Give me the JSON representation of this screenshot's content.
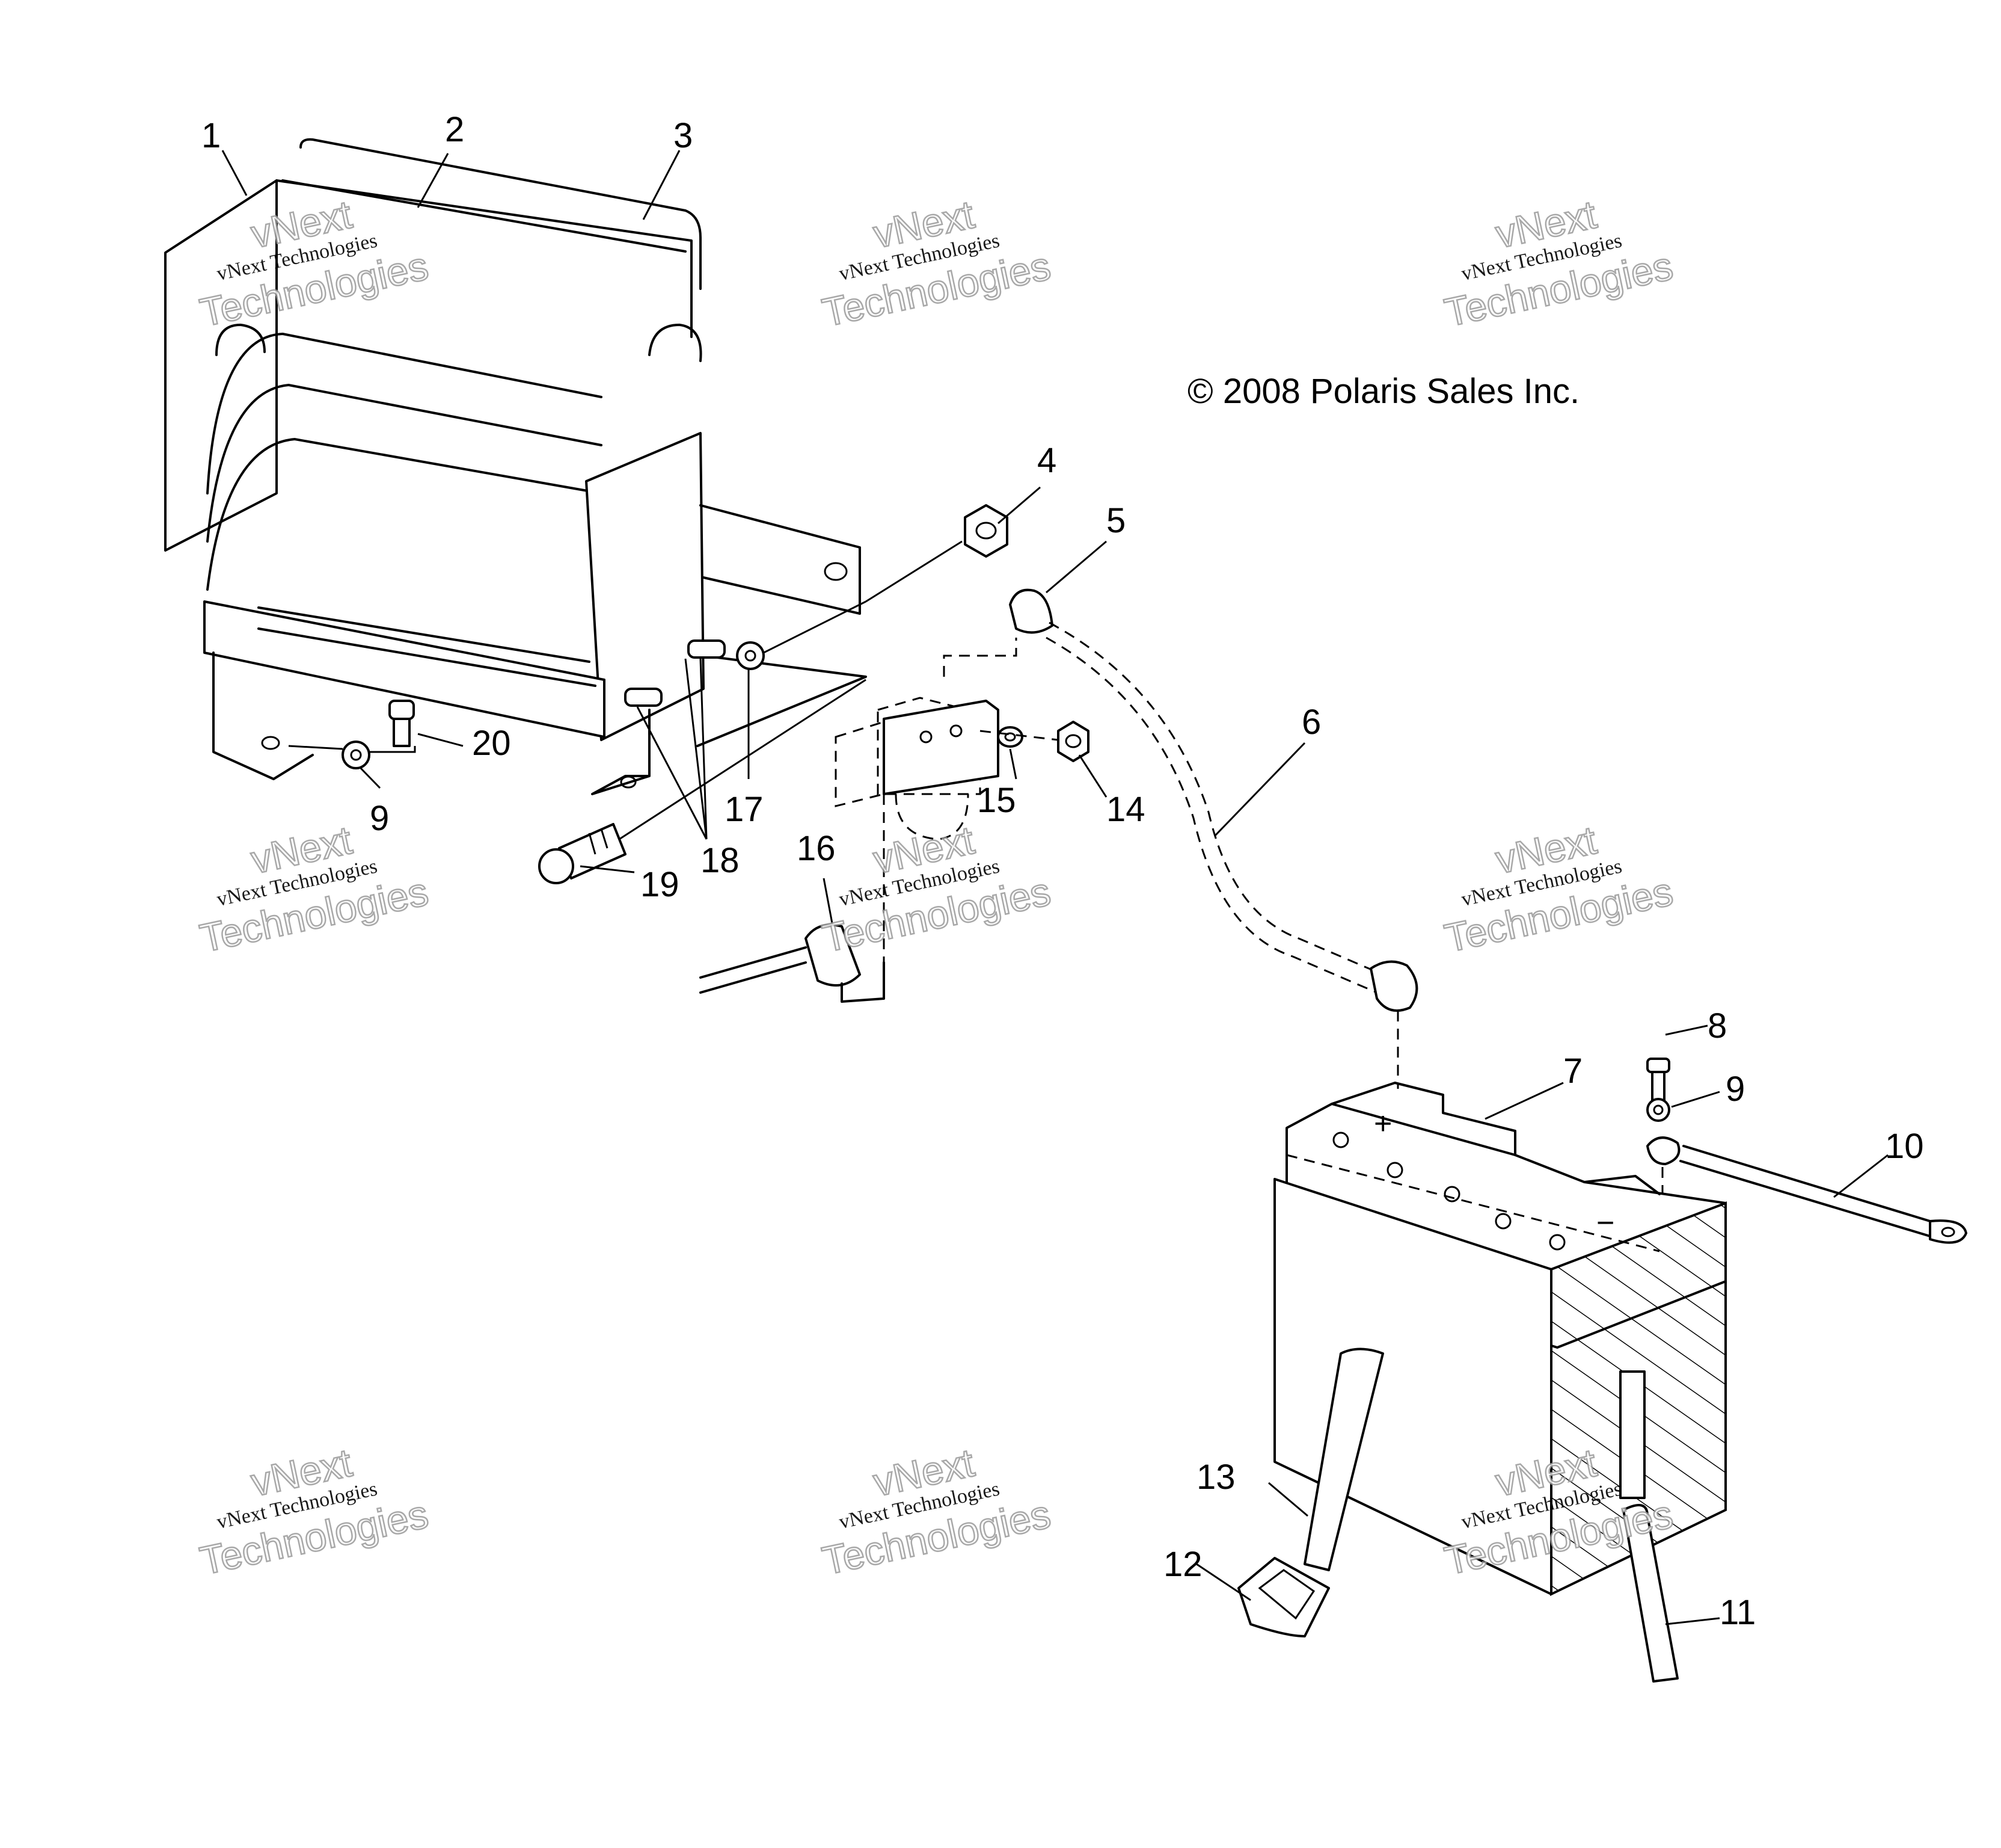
{
  "copyright": "© 2008 Polaris Sales Inc.",
  "watermark": {
    "brand_top": "vNext",
    "brand_line": "vNext Technologies",
    "brand_bottom": "Technologies"
  },
  "callouts": [
    "1",
    "2",
    "3",
    "4",
    "5",
    "6",
    "7",
    "8",
    "9",
    "10",
    "11",
    "12",
    "13",
    "14",
    "15",
    "16",
    "17",
    "18",
    "19",
    "20",
    "9"
  ]
}
